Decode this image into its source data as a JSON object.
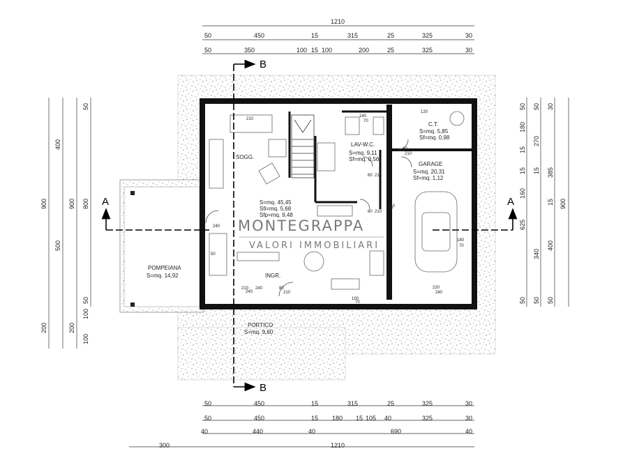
{
  "watermark": {
    "name": "MONTEGRAPPA",
    "tagline": "VALORI IMMOBILIARI"
  },
  "section_marks": {
    "a_left": "A",
    "a_right": "A",
    "b_top": "B",
    "b_bottom": "B"
  },
  "rooms": {
    "sogg": {
      "name": "SOGG.",
      "s": "S=mq. 45,45",
      "sfi": "Sfi=mq. 5,68",
      "sfp": "Sfp=mq. 9,48"
    },
    "lav_wc": {
      "name": "LAV-W.C.",
      "s": "S=mq. 9,11",
      "sf": "Sf=mq. 0,56"
    },
    "ct": {
      "name": "C.T.",
      "s": "S=mq. 5,85",
      "sf": "Sf=mq. 0,98"
    },
    "garage": {
      "name": "GARAGE",
      "s": "S=mq. 20,31",
      "sf": "Sf=mq. 1,12"
    },
    "pompeiana": {
      "name": "POMPEIANA",
      "s": "S=mq. 14,92"
    },
    "ingr": {
      "name": "INGR."
    },
    "portico": {
      "name": "PORTICO",
      "s": "S=mq. 9,60"
    }
  },
  "openings": [
    "240",
    "210",
    "140",
    "70",
    "80",
    "80",
    "210",
    "120",
    "120",
    "210",
    "180",
    "70",
    "100",
    "70",
    "60",
    "210",
    "220",
    "240",
    "210",
    "240",
    "80",
    "210",
    "50",
    "210",
    "240"
  ],
  "dimensions": {
    "top_total": "1210",
    "top_row1": [
      "50",
      "450",
      "15",
      "315",
      "25",
      "325",
      "30"
    ],
    "top_row2": [
      "50",
      "350",
      "100",
      "15",
      "100",
      "200",
      "25",
      "325",
      "30"
    ],
    "bottom_row1": [
      "50",
      "450",
      "15",
      "315",
      "25",
      "325",
      "30"
    ],
    "bottom_row2": [
      "50",
      "450",
      "15",
      "180",
      "15",
      "105",
      "40",
      "325",
      "30"
    ],
    "bottom_row3": [
      "40",
      "440",
      "40",
      "690",
      "40"
    ],
    "bottom_total": "1210",
    "bottom_left": "300",
    "left_outer": "900",
    "left_mid": "900",
    "left_inner": "800",
    "left_split": [
      "50",
      "400",
      "500",
      "50"
    ],
    "left_low": [
      "200",
      "200",
      "100",
      "100"
    ],
    "right_a": [
      "50",
      "180",
      "15",
      "160",
      "15",
      "340",
      "50"
    ],
    "right_b": [
      "50",
      "270",
      "15",
      "400",
      "50"
    ],
    "right_c": [
      "30",
      "625",
      "50"
    ],
    "right_d": [
      "385",
      "15"
    ],
    "right_outer": "900"
  }
}
